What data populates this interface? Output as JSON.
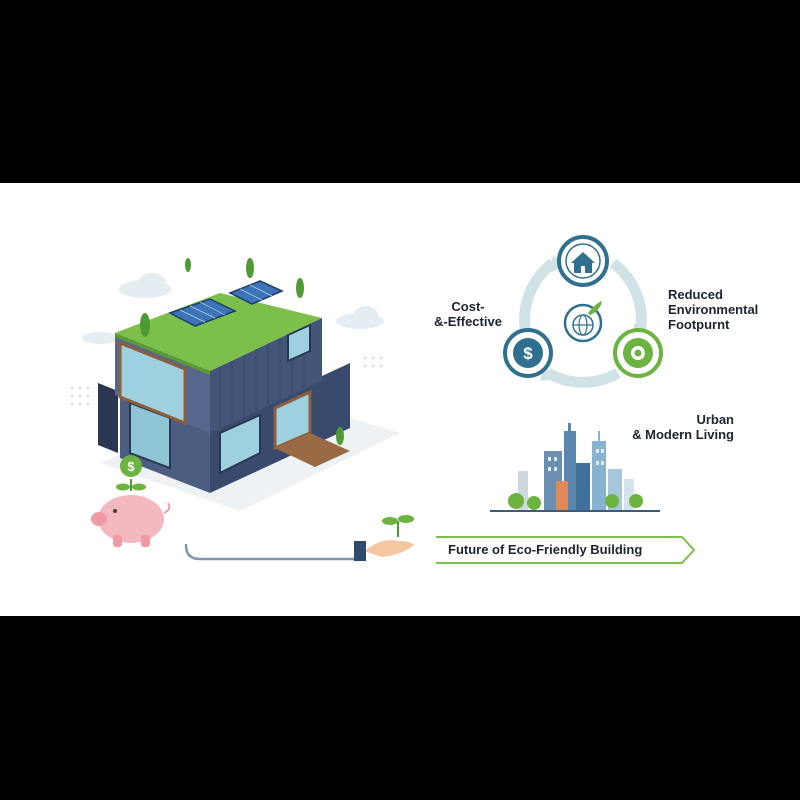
{
  "labels": {
    "cost": [
      "Cost-",
      "&-Effective"
    ],
    "reduced": [
      "Reduced",
      "Environmental",
      "Footpurnt"
    ],
    "urban": [
      "Urban",
      "& Modern Living"
    ]
  },
  "banner": {
    "text": "Future of Eco-Friendly Building"
  },
  "colors": {
    "background": "#ffffff",
    "letterbox": "#000000",
    "container_blue": "#3e4f74",
    "roof_green": "#7cc04b",
    "cycle_arc": "#cfe3e6",
    "icon_blue": "#2f6f8f",
    "icon_green": "#6cb33f",
    "piggy_pink": "#f4b8c0",
    "banner_green": "#7cc04b"
  },
  "icons": [
    "house-icon",
    "globe-leaf-icon",
    "dollar-icon",
    "gear-leaf-icon",
    "piggy-bank-icon",
    "dollar-coin-icon",
    "hand-plant-icon",
    "solar-panel-icon",
    "city-skyline-icon"
  ]
}
